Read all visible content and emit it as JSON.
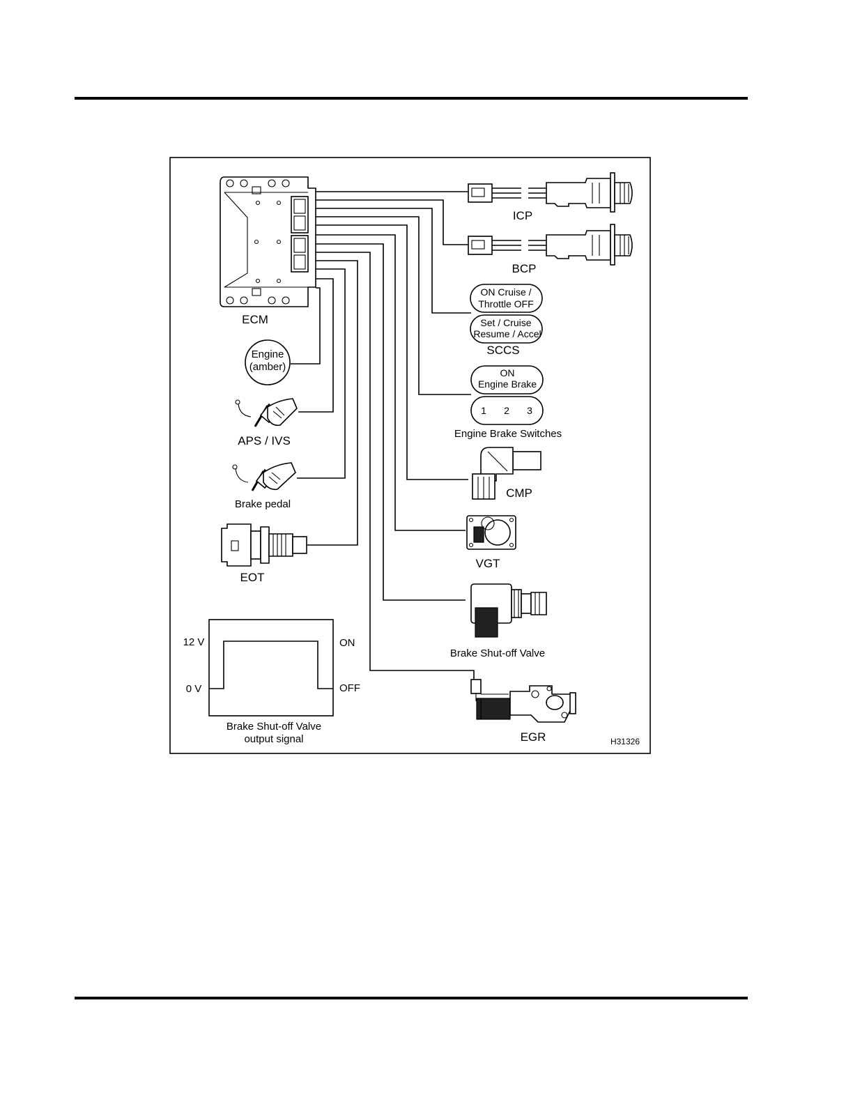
{
  "labels": {
    "ecm": "ECM",
    "icp": "ICP",
    "bcp": "BCP",
    "sccs": "SCCS",
    "engine_lamp_line1": "Engine",
    "engine_lamp_line2": "(amber)",
    "aps_ivs": "APS / IVS",
    "brake_pedal": "Brake pedal",
    "eot": "EOT",
    "cmp": "CMP",
    "vgt": "VGT",
    "brake_shutoff_valve": "Brake Shut-off Valve",
    "egr": "EGR",
    "engine_brake_switches": "Engine Brake Switches",
    "figure_id": "H31326"
  },
  "switches": {
    "on_cruise_line1": "ON Cruise /",
    "on_cruise_line2": "Throttle OFF",
    "set_cruise_line1": "Set / Cruise",
    "set_cruise_line2": "Resume / Accel",
    "engine_brake_on_line1": "ON",
    "engine_brake_on_line2": "Engine Brake",
    "pos1": "1",
    "pos2": "2",
    "pos3": "3"
  },
  "signal_graph": {
    "high_voltage": "12 V",
    "low_voltage": "0 V",
    "on_label": "ON",
    "off_label": "OFF",
    "caption_line1": "Brake Shut-off Valve",
    "caption_line2": "output signal"
  }
}
